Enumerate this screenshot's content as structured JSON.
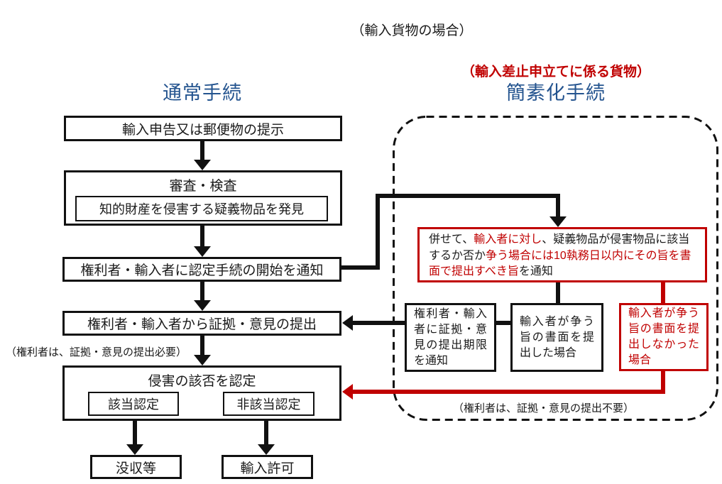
{
  "title": "（輸入貨物の場合）",
  "normal": {
    "header": "通常手続",
    "declaration": "輸入申告又は郵便物の提示",
    "examination": "審査・検査",
    "suspect_found": "知的財産を侵害する疑義物品を発見",
    "notify_start": "権利者・輸入者に認定手続の開始を通知",
    "evidence_submission": "権利者・輸入者から証拠・意見の提出",
    "note_required": "（権利者は、証拠・意見の提出必要）",
    "determination": "侵害の該否を認定",
    "infringing": "該当認定",
    "not_infringing": "非該当認定",
    "confiscation": "没収等",
    "import_permit": "輸入許可"
  },
  "simplified": {
    "annotation": "（輸入差止申立てに係る貨物）",
    "header": "簡素化手続",
    "notice_seg1": "併せて、",
    "notice_seg2": "輸入者に対し",
    "notice_seg3": "、疑義物品が侵害物品に該当するか否か",
    "notice_seg4": "争う場合には10執務日以内にその旨を書面で提出すべき旨",
    "notice_seg5": "を通知",
    "deadline_notice": "権利者・輸入者に証拠・意見の提出期限を通知",
    "contest_submitted": "輸入者が争う旨の書面を提出した場合",
    "contest_not_submitted": "輸入者が争う旨の書面を提出しなかった場合",
    "note_not_required": "（権利者は、証拠・意見の提出不要）"
  },
  "colors": {
    "blue": "#24548F",
    "red": "#C00000",
    "line": "#111111"
  }
}
